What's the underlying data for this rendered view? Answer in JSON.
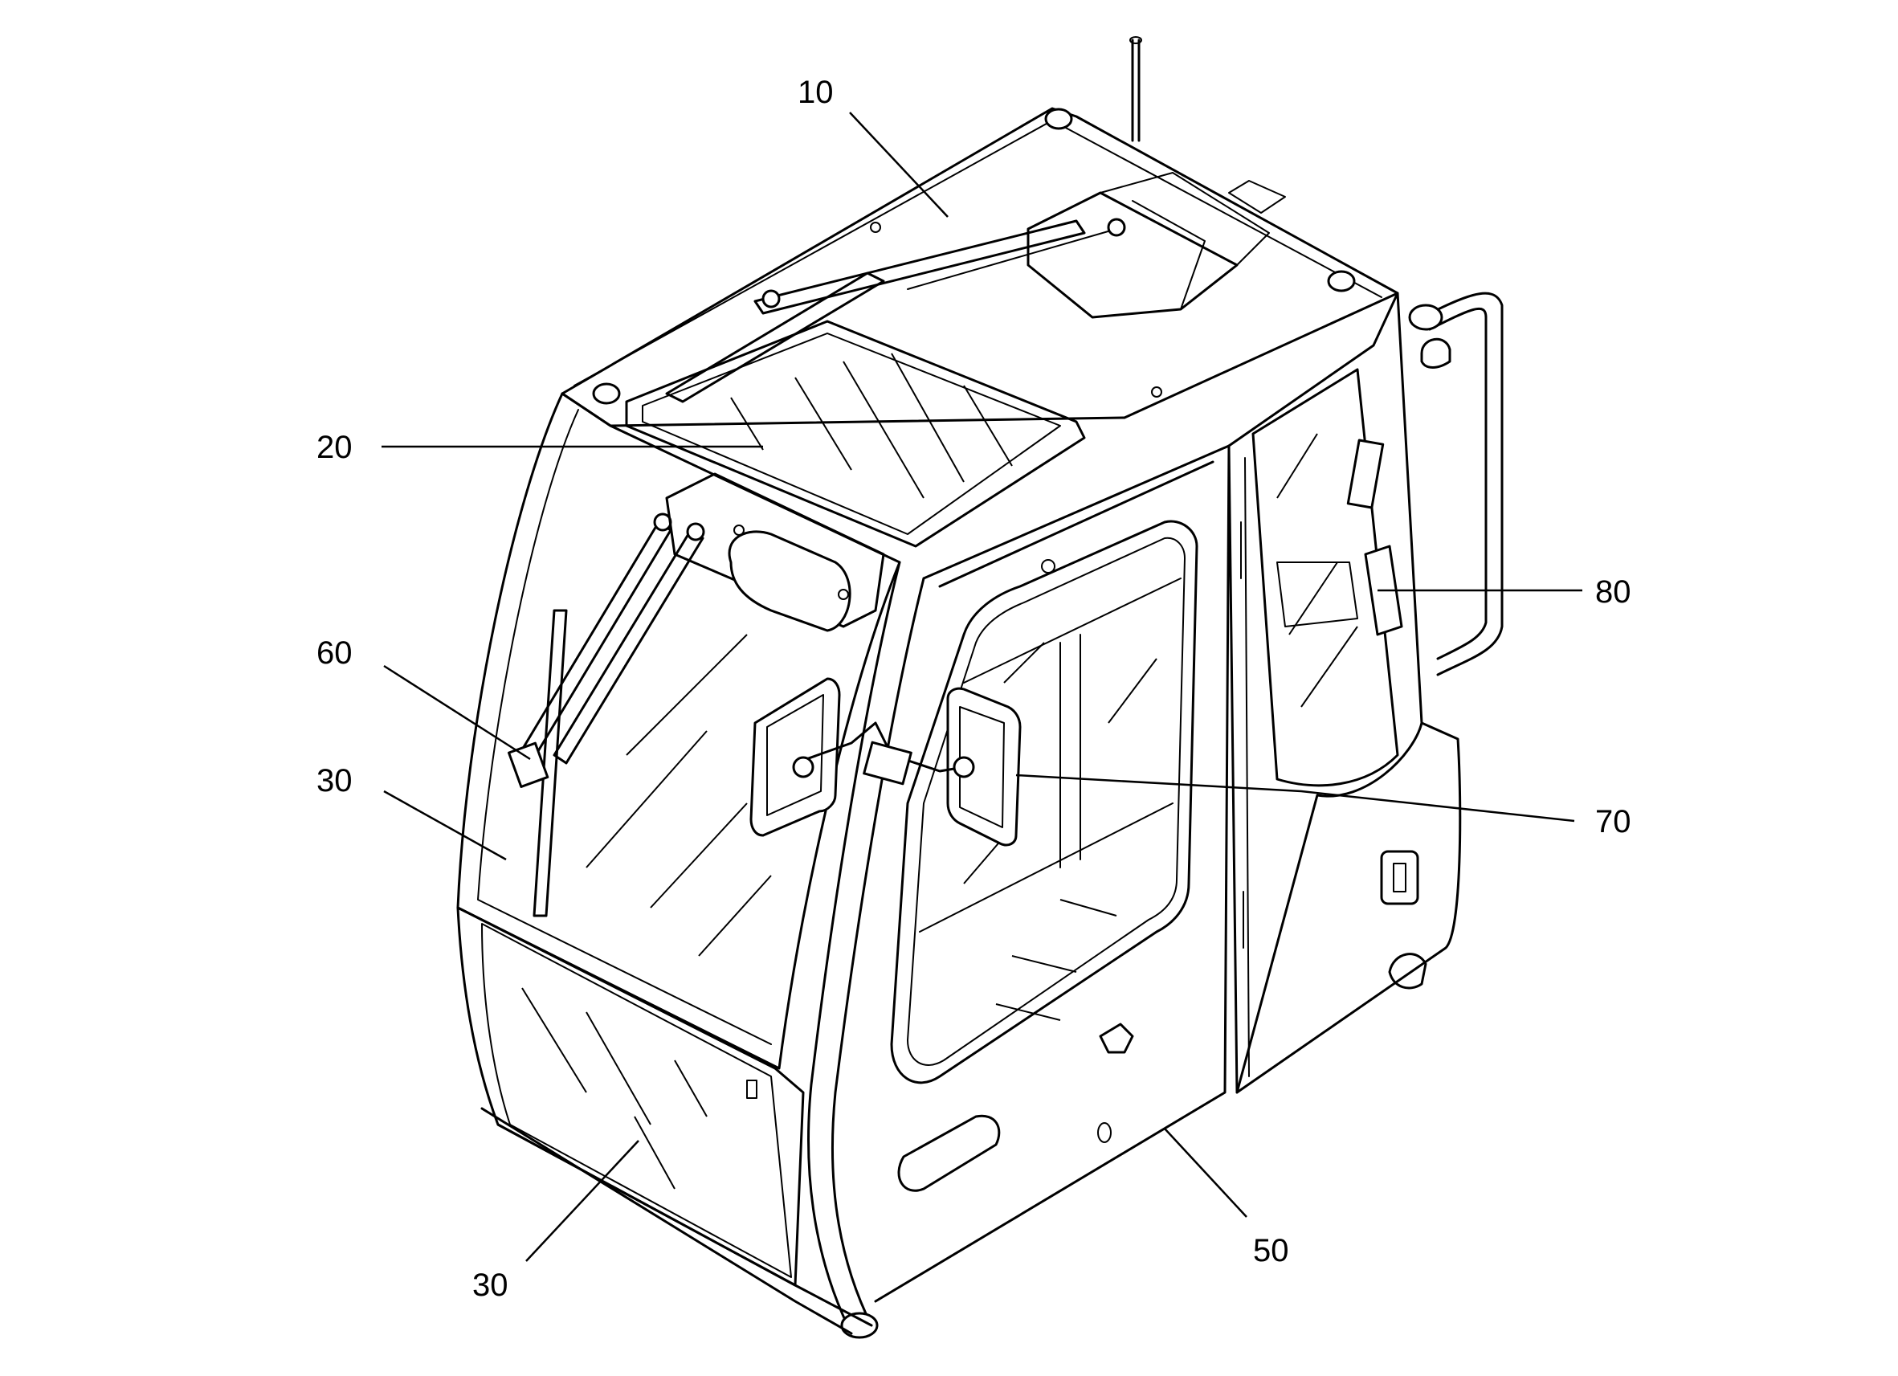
{
  "diagram": {
    "callouts": [
      {
        "id": "10",
        "text": "10"
      },
      {
        "id": "20",
        "text": "20"
      },
      {
        "id": "60",
        "text": "60"
      },
      {
        "id": "30a",
        "text": "30"
      },
      {
        "id": "30b",
        "text": "30"
      },
      {
        "id": "80",
        "text": "80"
      },
      {
        "id": "70",
        "text": "70"
      },
      {
        "id": "50",
        "text": "50"
      }
    ]
  },
  "colors": {
    "ink": "#000000",
    "background": "#ffffff"
  }
}
